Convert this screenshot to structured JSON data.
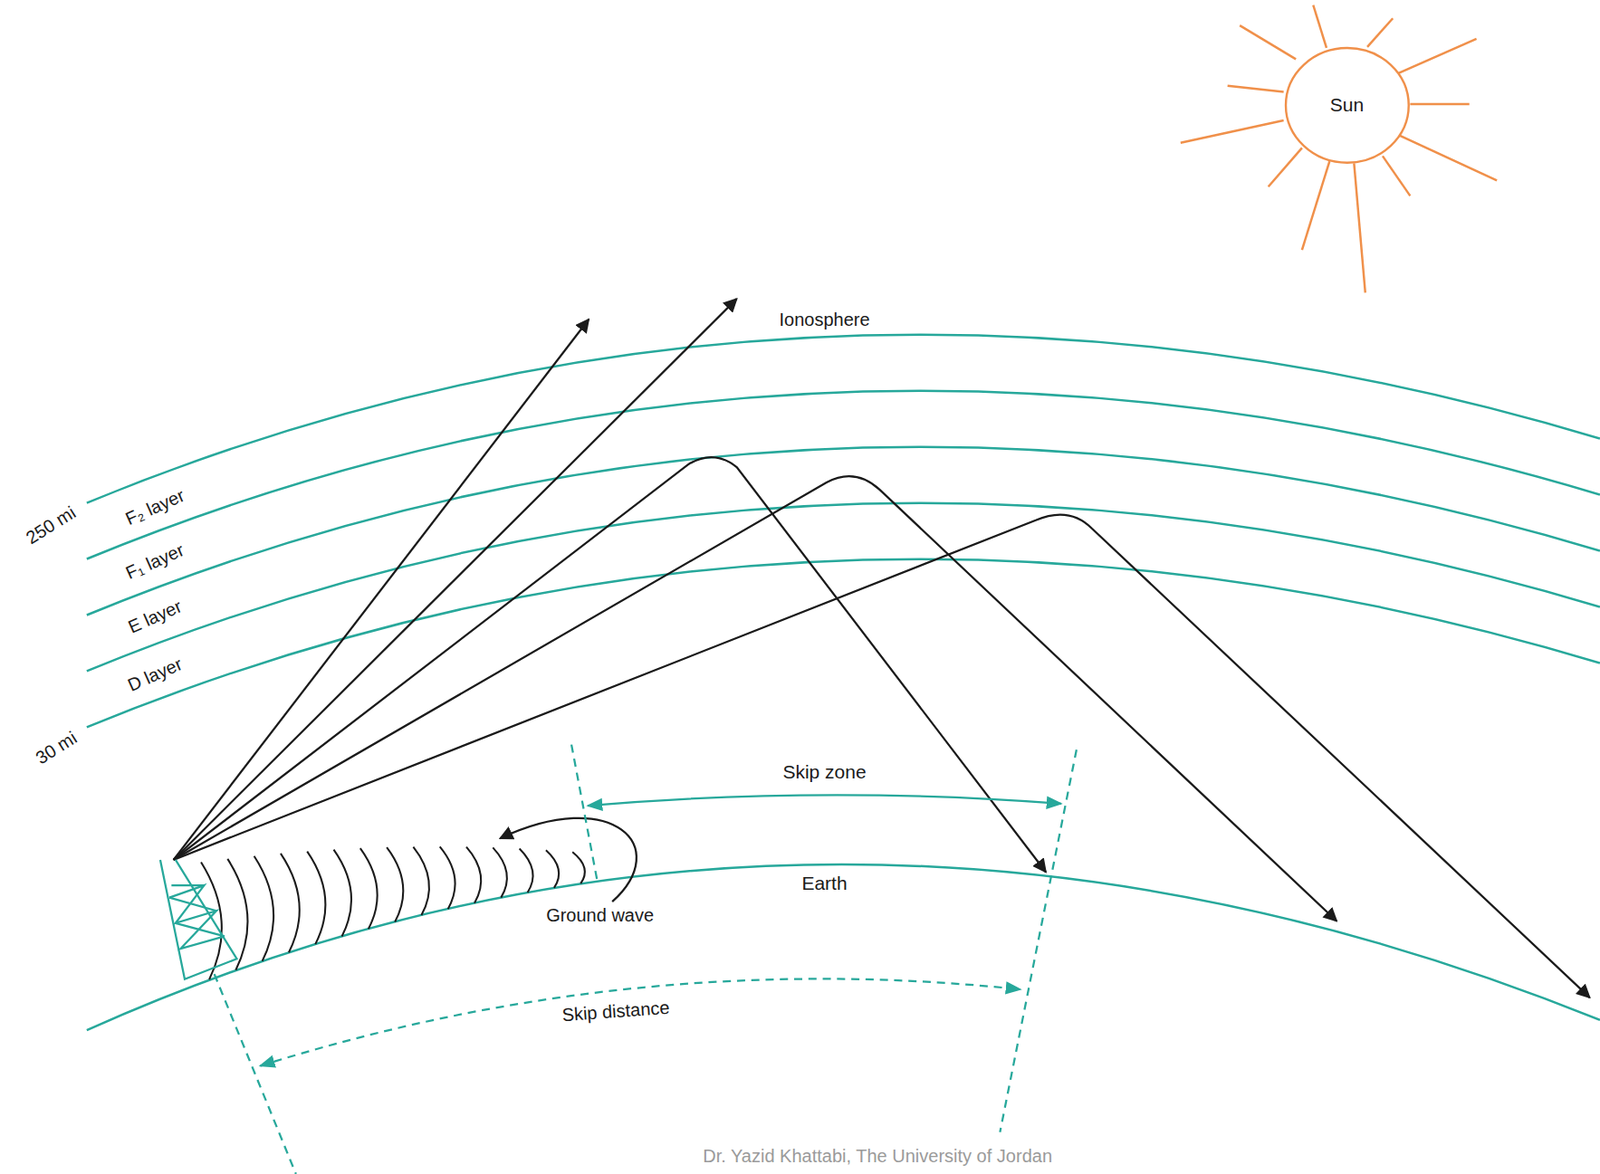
{
  "diagram": {
    "nodes": [
      {
        "text": [
          "Sun"
        ]
      }
    ],
    "labels": [
      "Ionosphere",
      "250 mi",
      "F₂ layer",
      "F₁ layer",
      "E layer",
      "D layer",
      "30 mi",
      "Skip zone",
      "Earth",
      "Ground wave",
      "Skip distance",
      "Dr. Yazid Khattabi, The University of Jordan"
    ]
  }
}
